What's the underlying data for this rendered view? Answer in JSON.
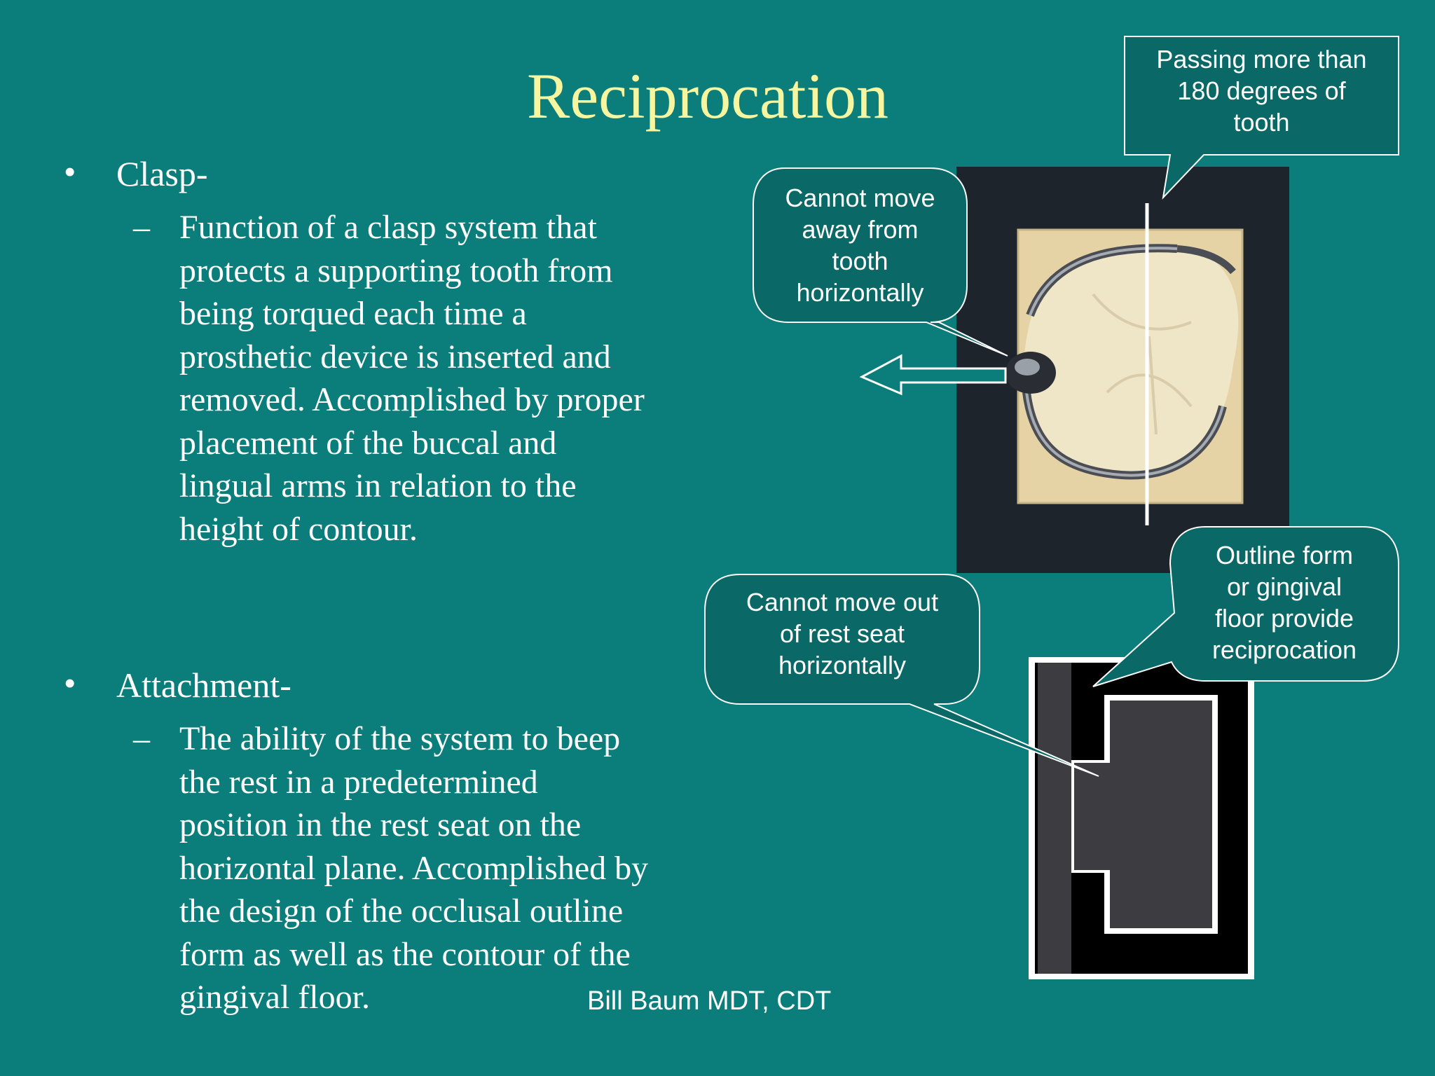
{
  "slide": {
    "title": "Reciprocation",
    "footer": "Bill Baum MDT, CDT"
  },
  "bullets": [
    {
      "label": "Clasp-",
      "lines": [
        "Function of a clasp system that",
        "protects a supporting tooth from",
        "being torqued each time a",
        "prosthetic device is inserted and",
        "removed. Accomplished by proper",
        "placement of the buccal and",
        "lingual arms in relation to the",
        "height of contour."
      ]
    },
    {
      "label": "Attachment-",
      "lines": [
        "The ability of the system to beep",
        "the rest in a predetermined",
        "position in the  rest seat on the",
        "horizontal plane. Accomplished by",
        "the design of the occlusal outline",
        "form as well as the contour of the",
        "gingival floor."
      ]
    }
  ],
  "callouts": {
    "passing": [
      "Passing more than",
      "180 degrees of",
      "tooth"
    ],
    "cannot_move_away": [
      "Cannot move",
      "away from",
      "tooth",
      "horizontally"
    ],
    "cannot_move_out": [
      "Cannot move out",
      "of rest seat",
      "horizontally"
    ],
    "outline_form": [
      "Outline form",
      "or gingival",
      "floor provide",
      "reciprocation"
    ]
  },
  "colors": {
    "background": "#0b7e7b",
    "title": "#f6f6a0",
    "callout_fill": "#0a6866",
    "text": "#ffffff"
  }
}
